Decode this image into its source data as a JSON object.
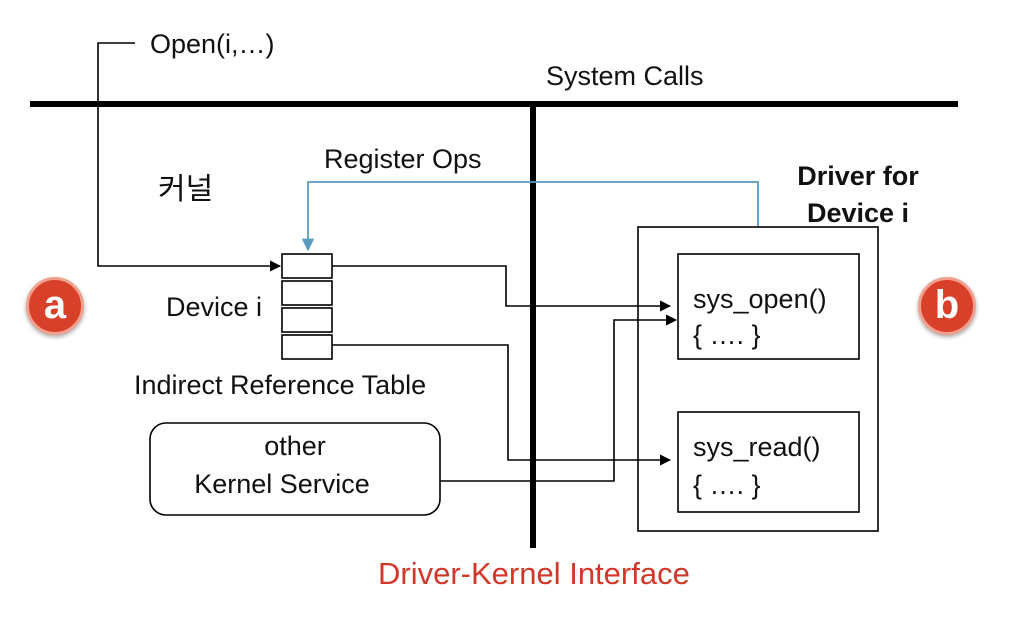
{
  "labels": {
    "open_call": "Open(i,…)",
    "system_calls": "System Calls",
    "register_ops": "Register Ops",
    "kernel": "커널",
    "driver_title_line1": "Driver for",
    "driver_title_line2": "Device i",
    "device_i": "Device i",
    "indirect_table": "Indirect Reference Table",
    "other_service_line1": "other",
    "other_service_line2": "Kernel Service",
    "sys_open": "sys_open()",
    "sys_open_body": "{ …. }",
    "sys_read": "sys_read()",
    "sys_read_body": "{ …. }",
    "interface": "Driver-Kernel Interface"
  },
  "badges": {
    "left": "a",
    "right": "b"
  },
  "colors": {
    "line": "#000000",
    "register_ops_arrow": "#5b9bbd",
    "interface_text": "#d2382a",
    "badge_fill": "#d8402a",
    "badge_ring": "#f1a08e"
  }
}
